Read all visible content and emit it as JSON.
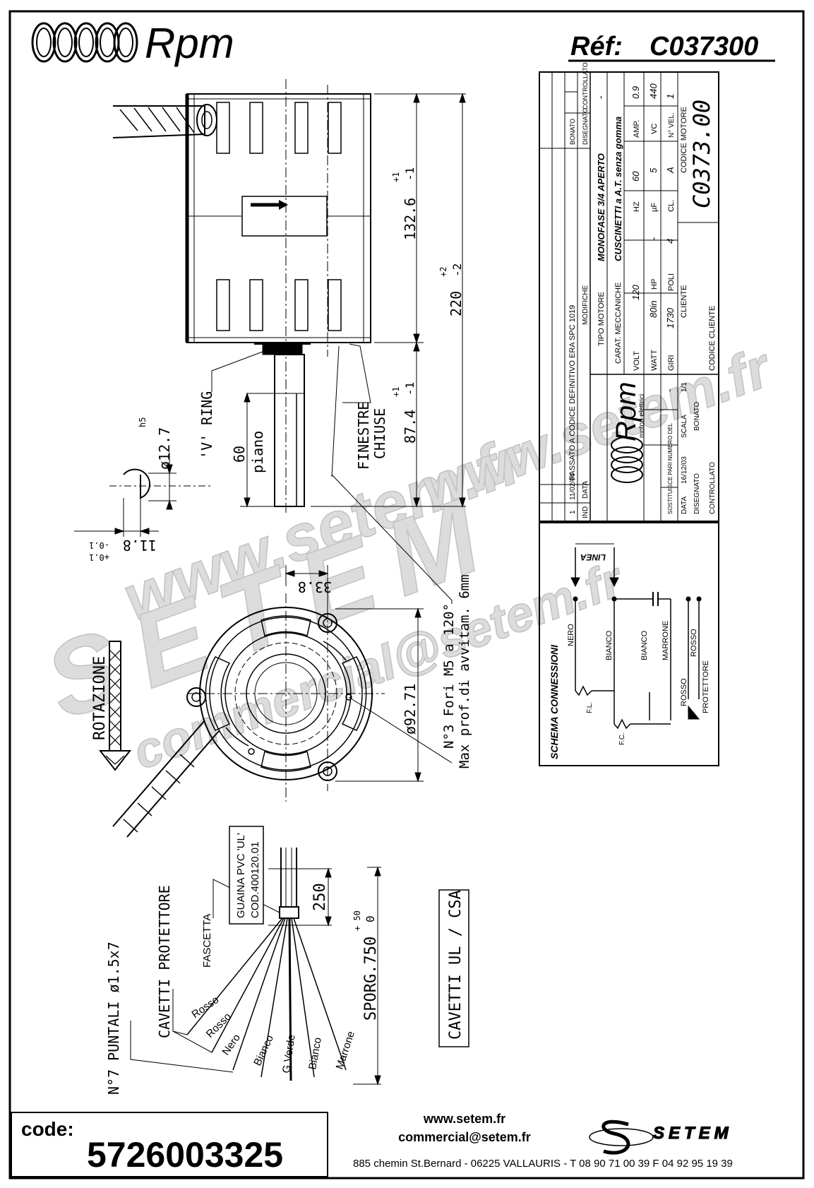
{
  "header": {
    "brand": "Rpm",
    "ref_label": "Réf:",
    "ref_value": "C037300"
  },
  "dimensions": {
    "body_length": "132.6",
    "body_tol_plus": "+1",
    "body_tol_minus": "-1",
    "total_length": "220",
    "total_tol_plus": "+2",
    "total_tol_minus": "-2",
    "shaft_length": "87.4",
    "shaft_tol_plus": "+1",
    "shaft_tol_minus": "-1",
    "flat_length": "60",
    "flat_label": "piano",
    "shaft_dia": "ø12.7",
    "shaft_fit": "h5",
    "flat_depth": "11.8",
    "flat_tol_plus": "+0.1",
    "flat_tol_minus": "-0.1",
    "offset": "33.8",
    "bolt_circle": "ø92.71"
  },
  "labels": {
    "v_ring": "'V' RING",
    "finestre_1": "FINESTRE",
    "finestre_2": "CHIUSE",
    "rotation": "ROTAZIONE",
    "holes_1": "N°3 Fori M5 a 120°",
    "holes_2": "Max prof.di avvitam. 6mm",
    "guaina_1": "GUAINA PVC 'UL'",
    "guaina_2": "COD.400120.01",
    "lead_250": "250",
    "fascetta": "FASCETTA",
    "cavetti_protettore": "CAVETTI PROTETTORE",
    "puntali": "N°7 PUNTALI ø1.5x7",
    "sporg": "SPORG.750",
    "sporg_tol_plus": "+ 50",
    "sporg_tol_minus": "0",
    "cavetti_ul": "CAVETTI  UL / CSA"
  },
  "wires": [
    "Rosso",
    "Rosso",
    "Nero",
    "Bianco",
    "G.Verde",
    "Bianco",
    "Marrone"
  ],
  "title_block": {
    "revision_ind": "IND",
    "revision_data_label": "DATA",
    "revision_modifiche": "MODIFICHE",
    "revision_n": "1",
    "revision_date": "11/02/04",
    "revision_text": "PASSATO A CODICE DEFINITIVO ERA SPC 1019",
    "dash": "-",
    "disegnato": "DISEGNATO",
    "bonato": "BONATO",
    "controllato": "CONTROLLATO",
    "tipo_motore_label": "TIPO MOTORE",
    "tipo_motore": "MONOFASE 3/4 APERTO",
    "carat_label": "CARAT. MECCANICHE",
    "carat": "CUSCINETTI a A.T. senza gomma",
    "volt_label": "VOLT",
    "volt": "120",
    "hz_label": "HZ",
    "hz": "60",
    "amp_label": "AMP.",
    "amp": "0.9",
    "watt_label": "WATT",
    "watt": "80in",
    "hp_label": "HP",
    "hp": "-",
    "uf_label": "µF",
    "uf": "5",
    "vc_label": "VC",
    "vc": "440",
    "giri_label": "GIRI",
    "giri": "1730",
    "poli_label": "POLI",
    "poli": "4",
    "cl_label": "CL.",
    "cl": "A",
    "vel_label": "N° VEL.",
    "vel": "1",
    "codice_motore_label": "CODICE MOTORE",
    "codice_motore": "C0373.00",
    "cliente_label": "CLIENTE",
    "codice_cliente_label": "CODICE CLIENTE",
    "sostituisce_label": "SOSTITUISCE PARI NUMERO DEL",
    "data_label": "DATA",
    "data_value": "16/12/03",
    "scala_label": "SCALA",
    "scala": "1/1",
    "logo_name": "Rpm",
    "logo_sub": "motori elettrici"
  },
  "schema": {
    "title": "SCHEMA CONNESSIONI",
    "linea": "LINEA",
    "nero": "NERO",
    "bianco_1": "BIANCO",
    "bianco_2": "BIANCO",
    "marrone": "MARRONE",
    "rosso_1": "ROSSO",
    "rosso_2": "ROSSO",
    "protettore": "PROTETTORE",
    "fl": "F.L.",
    "fc": "F.C."
  },
  "watermark": {
    "site": "www.setem.fr",
    "name": "SETEM",
    "mail": "commercial@setem.fr"
  },
  "footer": {
    "code_label": "code:",
    "code_value": "5726003325",
    "website": "www.setem.fr",
    "email": "commercial@setem.fr",
    "address": "885 chemin St.Bernard  -  06225 VALLAURIS  -  T 08 90 71 00 39  F 04 92 95 19 39",
    "company": "SETEM"
  }
}
